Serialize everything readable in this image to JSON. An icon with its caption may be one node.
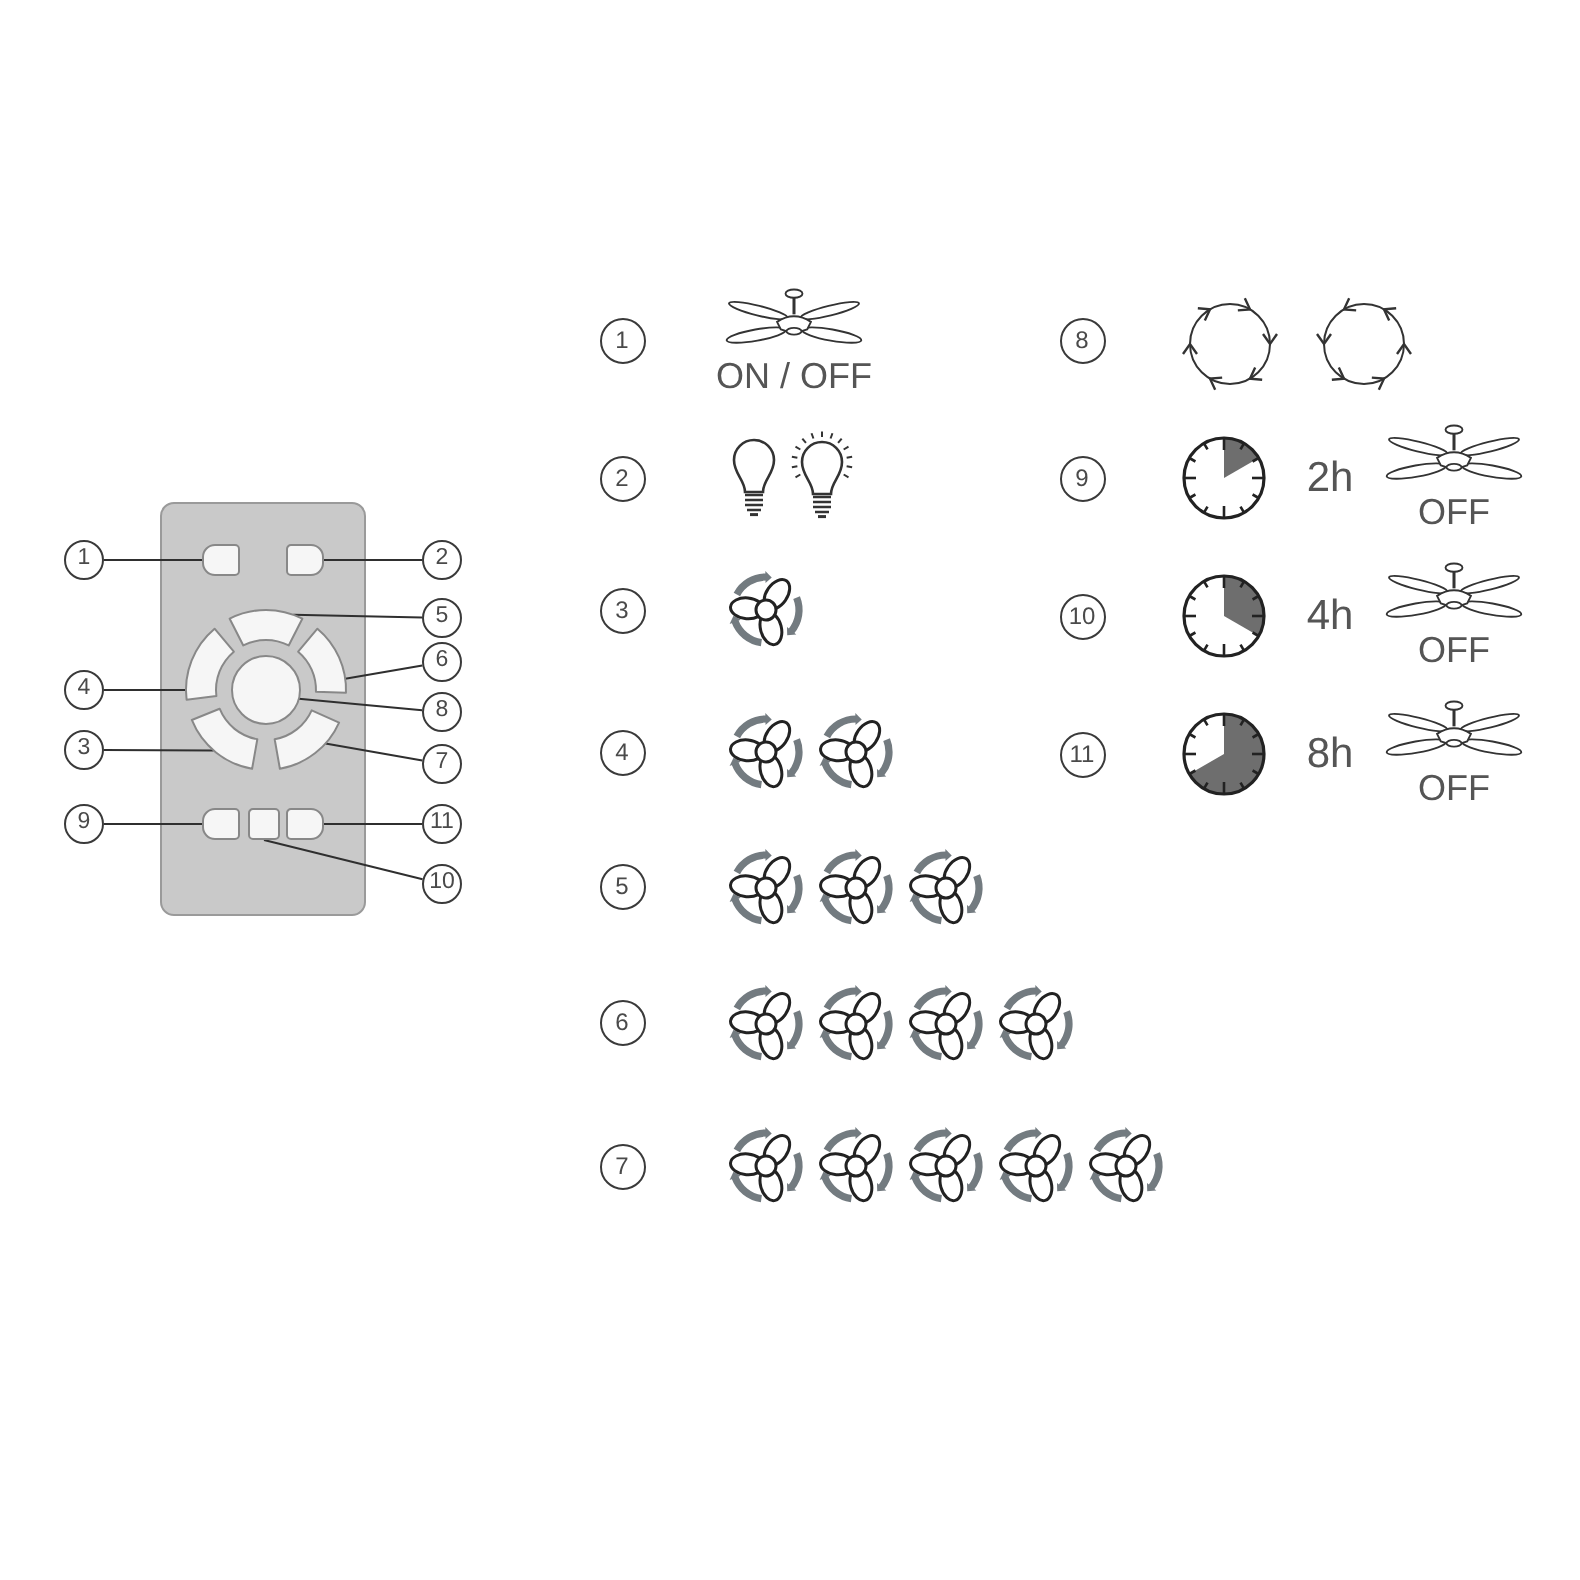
{
  "diagram": {
    "nodes": [
      {
        "text": [],
        "shape": "box"
      },
      {
        "text": [],
        "shape": "box",
        "in": 0
      },
      {
        "text": [],
        "shape": "box",
        "in": 0
      },
      {
        "text": [],
        "shape": "arc",
        "in": 0
      },
      {
        "text": [],
        "shape": "arc",
        "in": 0
      },
      {
        "text": [],
        "shape": "arc",
        "in": 0
      },
      {
        "text": [],
        "shape": "arc",
        "in": 0
      },
      {
        "text": [],
        "shape": "arc",
        "in": 0
      },
      {
        "text": [],
        "shape": "circle",
        "in": 0
      },
      {
        "text": [],
        "shape": "box",
        "in": 0
      },
      {
        "text": [],
        "shape": "box",
        "in": 0
      },
      {
        "text": [],
        "shape": "box",
        "in": 0
      },
      {
        "text": [
          "1"
        ]
      },
      {
        "text": [
          "2"
        ]
      },
      {
        "text": [
          "3"
        ]
      },
      {
        "text": [
          "4"
        ]
      },
      {
        "text": [
          "5"
        ]
      },
      {
        "text": [
          "6"
        ]
      },
      {
        "text": [
          "7"
        ]
      },
      {
        "text": [
          "8"
        ]
      },
      {
        "text": [
          "9"
        ]
      },
      {
        "text": [
          "10"
        ]
      },
      {
        "text": [
          "11"
        ]
      },
      {
        "text": [
          "1"
        ]
      },
      {
        "text": [
          "2"
        ]
      },
      {
        "text": [
          "3"
        ]
      },
      {
        "text": [
          "4"
        ]
      },
      {
        "text": [
          "5"
        ]
      },
      {
        "text": [
          "6"
        ]
      },
      {
        "text": [
          "7"
        ]
      },
      {
        "text": [
          "8"
        ]
      },
      {
        "text": [
          "9"
        ]
      },
      {
        "text": [
          "10"
        ]
      },
      {
        "text": [
          "11"
        ]
      }
    ],
    "edges": [
      {
        "from": 12,
        "to": 1,
        "arrow": "none"
      },
      {
        "from": 13,
        "to": 2,
        "arrow": "none"
      },
      {
        "from": 14,
        "to": 3,
        "arrow": "none"
      },
      {
        "from": 15,
        "to": 4,
        "arrow": "none"
      },
      {
        "from": 16,
        "to": 5,
        "arrow": "none"
      },
      {
        "from": 17,
        "to": 6,
        "arrow": "none"
      },
      {
        "from": 18,
        "to": 7,
        "arrow": "none"
      },
      {
        "from": 19,
        "to": 8,
        "arrow": "none"
      },
      {
        "from": 20,
        "to": 9,
        "arrow": "none"
      },
      {
        "from": 21,
        "to": 10,
        "arrow": "none"
      },
      {
        "from": 22,
        "to": 11,
        "arrow": "none"
      }
    ],
    "labels": [
      "ON / OFF",
      "2h",
      "OFF",
      "4h",
      "OFF",
      "8h",
      "OFF"
    ]
  }
}
